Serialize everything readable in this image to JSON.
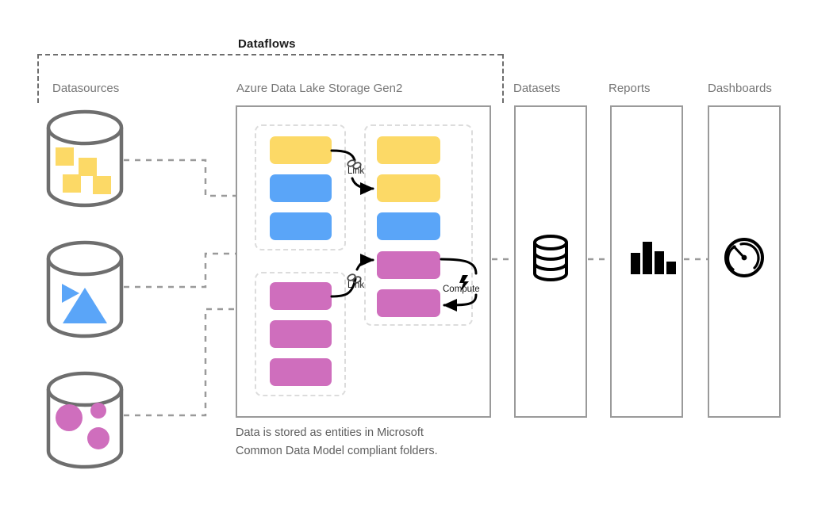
{
  "diagram": {
    "title": "Dataflows",
    "columns": [
      {
        "id": "datasources",
        "label": "Datasources"
      },
      {
        "id": "adls",
        "label": "Azure Data Lake Storage Gen2"
      },
      {
        "id": "datasets",
        "label": "Datasets"
      },
      {
        "id": "reports",
        "label": "Reports"
      },
      {
        "id": "dashboards",
        "label": "Dashboards"
      }
    ],
    "caption": "Data is stored as entities in Microsoft\nCommon Data Model compliant folders.",
    "colors": {
      "yellow": "#FCD966",
      "blue": "#5AA5F8",
      "pink": "#CF6EBD",
      "outline_gray": "#9a9a9a",
      "dashed_gray": "#6e6e6e",
      "group_dashed": "#dcdcdc",
      "label_gray": "#767676",
      "caption_gray": "#5e5e5e",
      "arrow_black": "#000000"
    },
    "datasources": [
      {
        "id": "datasource-1",
        "icon": "database-cylinder-icon",
        "content": "yellow-squares",
        "shapes": 4,
        "color": "#FCD966"
      },
      {
        "id": "datasource-2",
        "icon": "database-cylinder-icon",
        "content": "blue-triangles",
        "shapes": 2,
        "color": "#5AA5F8"
      },
      {
        "id": "datasource-3",
        "icon": "database-cylinder-icon",
        "content": "pink-circles",
        "shapes": 3,
        "color": "#CF6EBD"
      }
    ],
    "adls_entities": {
      "left_group_top": [
        "yellow",
        "blue",
        "blue"
      ],
      "left_group_bottom": [
        "pink",
        "pink",
        "pink"
      ],
      "right_group": [
        "yellow",
        "yellow",
        "blue",
        "pink",
        "pink"
      ]
    },
    "flow_labels": [
      {
        "id": "link-top",
        "label": "Link",
        "icon": "chain-link-icon"
      },
      {
        "id": "link-bottom",
        "label": "Link",
        "icon": "chain-link-icon"
      },
      {
        "id": "compute",
        "label": "Compute",
        "icon": "lightning-bolt-icon"
      }
    ],
    "output_icons": [
      {
        "id": "datasets-icon",
        "icon": "stacked-database-icon"
      },
      {
        "id": "reports-icon",
        "icon": "bar-chart-icon"
      },
      {
        "id": "dashboards-icon",
        "icon": "gauge-icon"
      }
    ]
  }
}
